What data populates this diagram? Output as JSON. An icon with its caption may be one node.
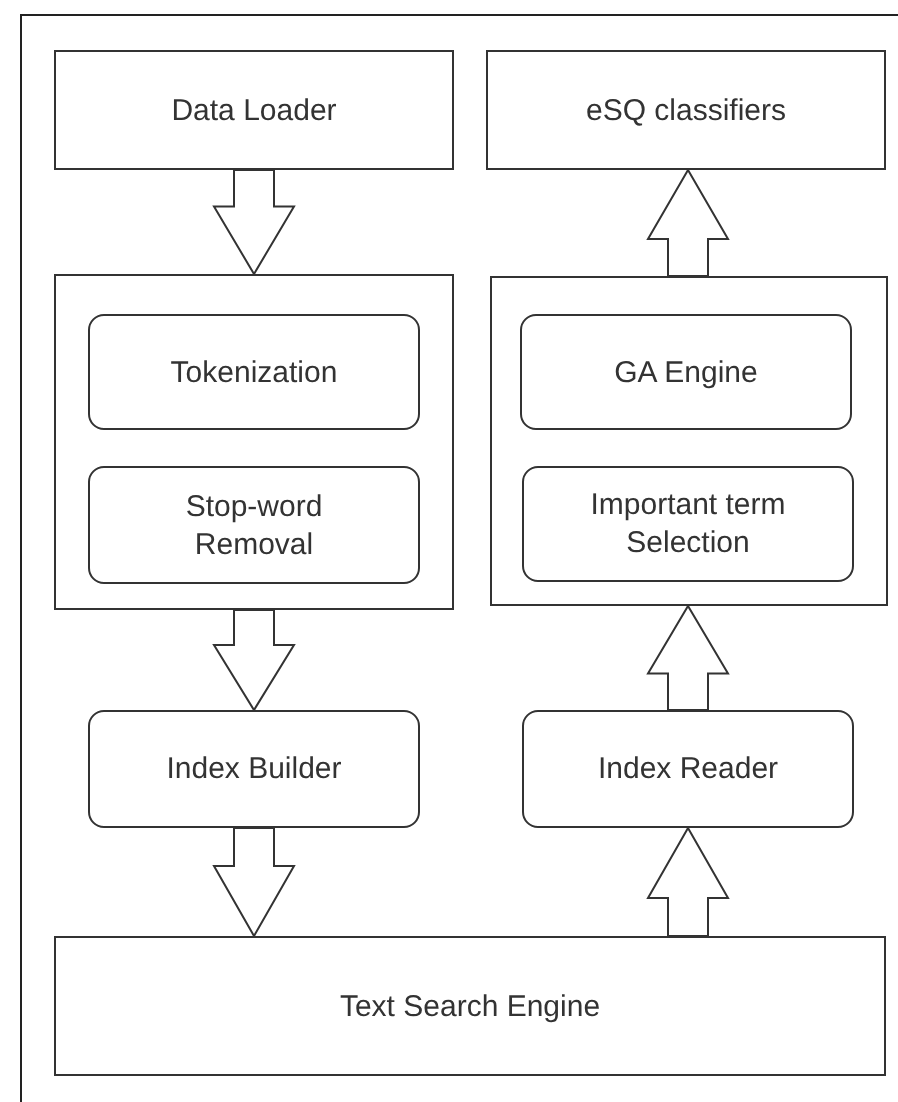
{
  "diagram": {
    "nodes": [
      {
        "text": [
          "Data Loader"
        ]
      },
      {
        "text": [],
        "shape": "box"
      },
      {
        "text": [
          "Tokenization"
        ],
        "in": 1
      },
      {
        "text": [
          "Stop-word Removal"
        ],
        "in": 1
      },
      {
        "text": [
          "Index Builder"
        ]
      },
      {
        "text": [
          "eSQ classifiers"
        ]
      },
      {
        "text": [],
        "shape": "box"
      },
      {
        "text": [
          "GA Engine"
        ],
        "in": 6
      },
      {
        "text": [
          "Important term Selection"
        ],
        "in": 6
      },
      {
        "text": [
          "Index Reader"
        ]
      },
      {
        "text": [
          "Text Search Engine"
        ]
      }
    ],
    "edges": [
      {
        "from": 0,
        "to": 1,
        "arrow": "to"
      },
      {
        "from": 1,
        "to": 4,
        "arrow": "to"
      },
      {
        "from": 4,
        "to": 10,
        "arrow": "to"
      },
      {
        "from": 10,
        "to": 9,
        "arrow": "to"
      },
      {
        "from": 9,
        "to": 6,
        "arrow": "to"
      },
      {
        "from": 6,
        "to": 5,
        "arrow": "to"
      }
    ]
  }
}
